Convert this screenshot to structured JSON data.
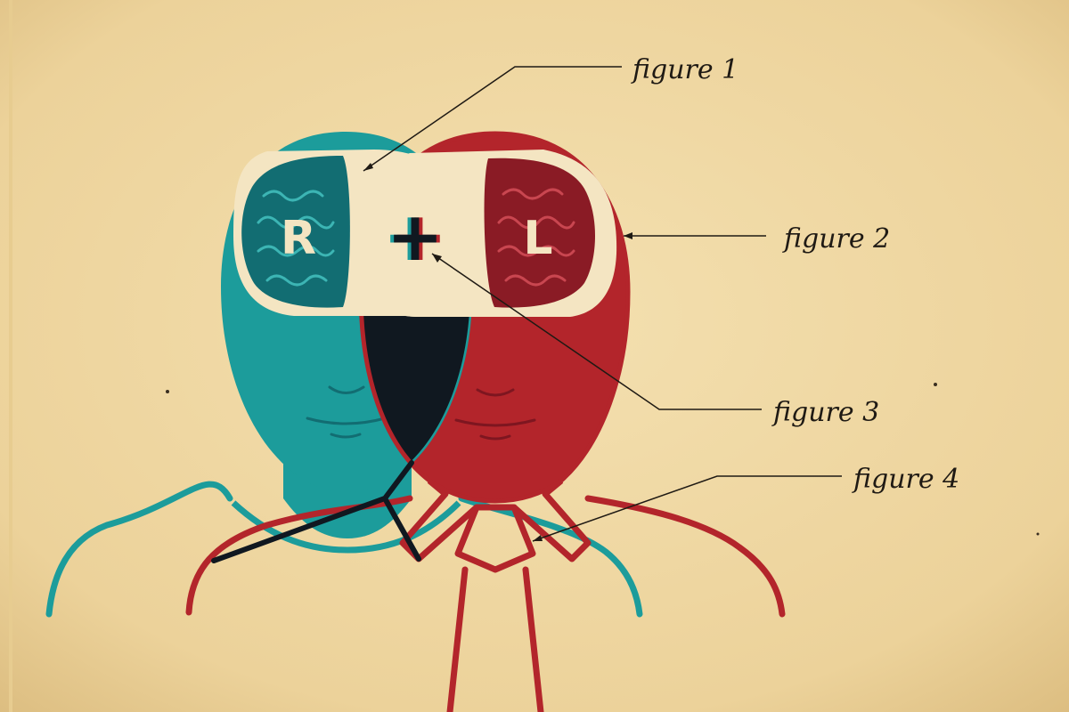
{
  "diagram": {
    "brain_right_letter": "R",
    "brain_left_letter": "L",
    "plus_symbol": "+",
    "labels": {
      "figure1": "figure 1",
      "figure2": "figure 2",
      "figure3": "figure 3",
      "figure4": "figure 4"
    }
  },
  "colors": {
    "paper": "#f0d9a4",
    "teal": "#1c9c9b",
    "teal_dark": "#126d72",
    "red": "#b3252b",
    "red_dark": "#7e1620",
    "overlap": "#101820",
    "cream": "#f4e5c2",
    "ink": "#1f1a14"
  }
}
